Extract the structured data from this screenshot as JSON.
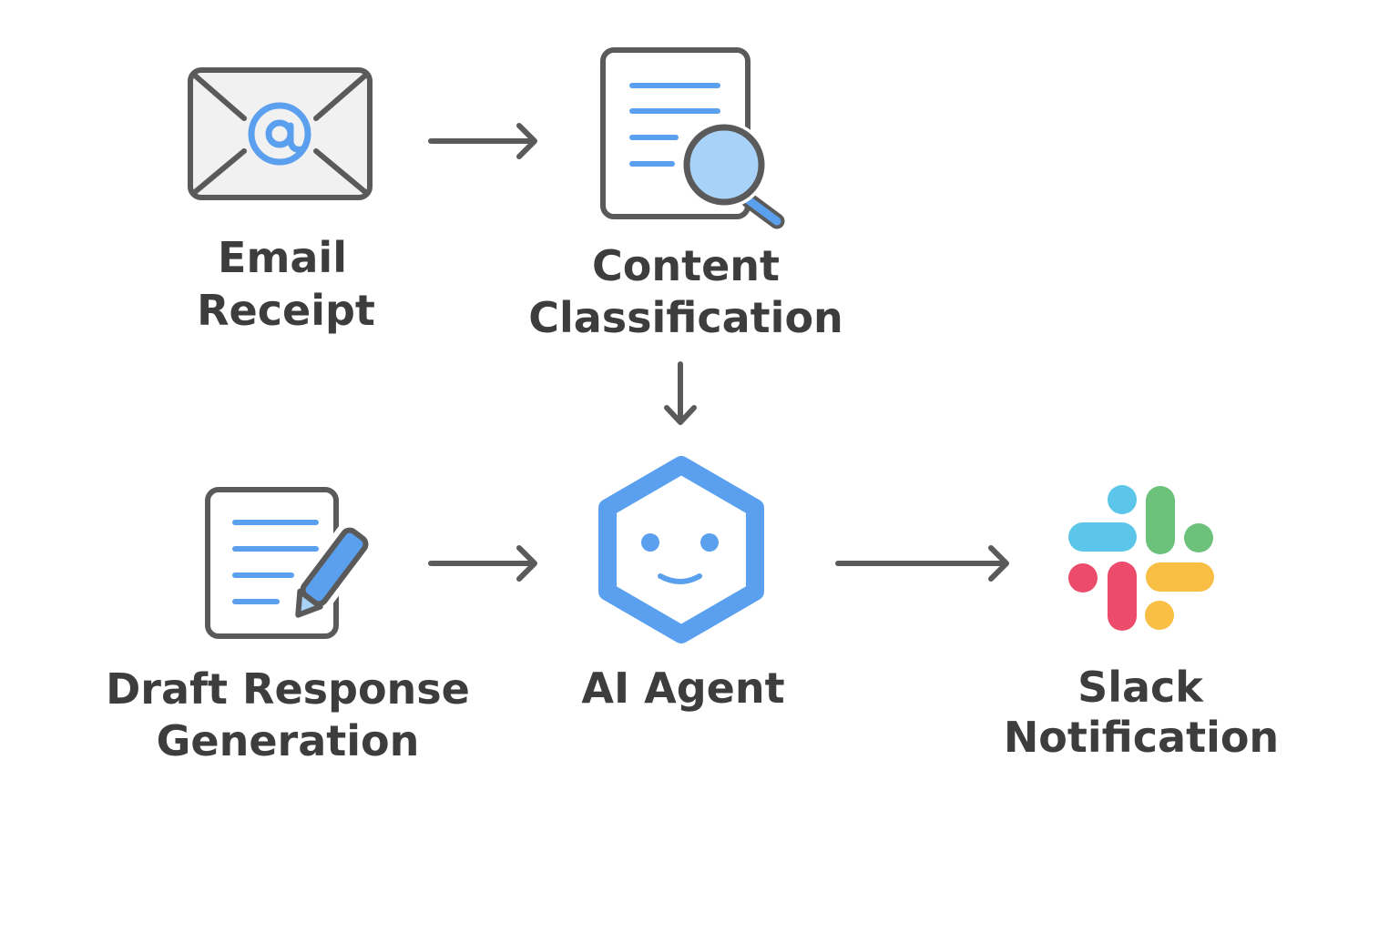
{
  "colors": {
    "stroke": "#5a5a5a",
    "text": "#3d3d3d",
    "blue": "#5aa0ee",
    "light_blue": "#a8d2f7",
    "envelope_fill": "#f1f1f1",
    "slack_cyan": "#5bc6ea",
    "slack_green": "#6cc27a",
    "slack_red": "#ec4b6b",
    "slack_yellow": "#f9bf45"
  },
  "nodes": {
    "email": {
      "line1": "Email",
      "line2": "Receipt",
      "icon": "envelope-at-icon"
    },
    "classify": {
      "line1": "Content",
      "line2": "Classification",
      "icon": "document-search-icon"
    },
    "agent": {
      "line1": "AI Agent",
      "icon": "robot-face-icon"
    },
    "draft": {
      "line1": "Draft Response",
      "line2": "Generation",
      "icon": "document-pencil-icon"
    },
    "slack": {
      "line1": "Slack",
      "line2": "Notification",
      "icon": "slack-logo-icon"
    }
  }
}
